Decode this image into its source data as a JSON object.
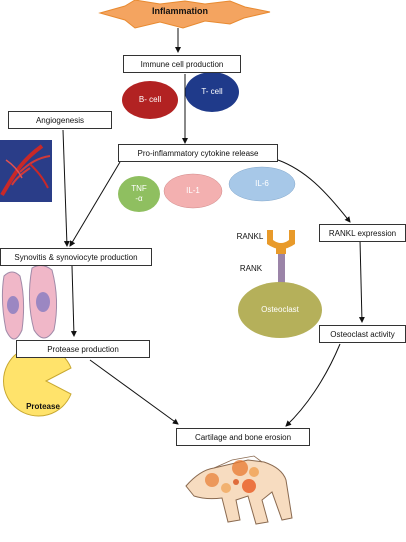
{
  "nodes": {
    "inflammation": "Inflammation",
    "immune_cell_production": "Immune cell production",
    "b_cell": "B- cell",
    "t_cell": "T- cell",
    "angiogenesis": "Angiogenesis",
    "pro_inflammatory": "Pro-inflammatory cytokine release",
    "tnf": "TNF\n-α",
    "il1": "IL-1",
    "il6": "IL-6",
    "rankl": "RANKL",
    "rank": "RANK",
    "osteoclast": "Osteoclast",
    "rankl_expression": "RANKL expression",
    "synovitis": "Synovitis & synoviocyte production",
    "protease_production": "Protease production",
    "protease": "Protease",
    "osteoclast_activity": "Osteoclast activity",
    "cartilage": "Cartilage and bone erosion"
  },
  "colors": {
    "inflammation_star": "#f4a460",
    "b_cell": "#b22222",
    "t_cell": "#1f3a8a",
    "tnf": "#8fbf60",
    "il1": "#f3b0b0",
    "il6": "#a7c8e8",
    "osteoclast": "#b5b05a",
    "rank_receptor": "#e89a2a",
    "rank_stem": "#9b84a8",
    "protease": "#ffe36b",
    "synoviocyte": "#f0b7c8",
    "synoviocyte_nucleus": "#9b87c2"
  }
}
